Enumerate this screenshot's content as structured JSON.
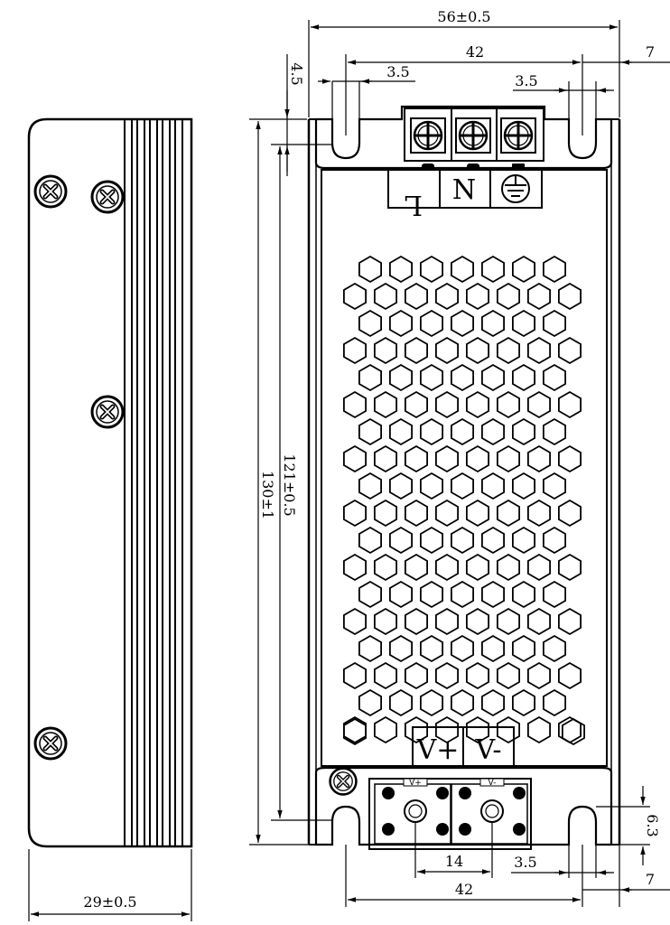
{
  "dimensions": {
    "total_width": "56±0.5",
    "hole_span_top": "42",
    "edge_offset_top": "7",
    "slot_top_left": "3.5",
    "slot_top_right": "3.5",
    "top_offset": "4.5",
    "total_height": "130±1",
    "inner_height": "121±0.5",
    "terminal_pitch": "14",
    "slot_bottom": "3.5",
    "hole_span_bottom": "42",
    "edge_offset_bottom": "7",
    "bottom_offset": "6.3",
    "side_depth": "29±0.5"
  },
  "terminals": {
    "input": [
      "L",
      "N",
      "⏚"
    ],
    "output": [
      "V+",
      "V-"
    ],
    "output_small": [
      "V+",
      "V-"
    ]
  },
  "colors": {
    "line": "#000000",
    "background": "#ffffff"
  }
}
